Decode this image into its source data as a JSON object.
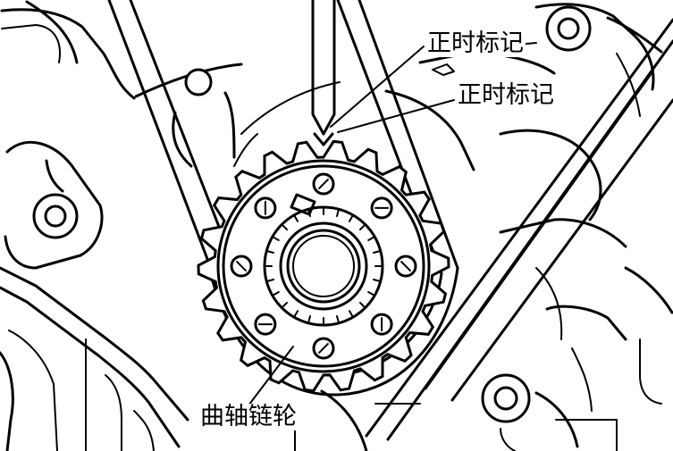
{
  "labels": {
    "timing_mark_1": "正时标记",
    "timing_mark_2": "正时标记",
    "crankshaft_sprocket": "曲轴链轮"
  },
  "colors": {
    "line": "#000000",
    "background": "#ffffff"
  },
  "sprocket": {
    "tooth_count": 22,
    "bolt_count": 8
  }
}
